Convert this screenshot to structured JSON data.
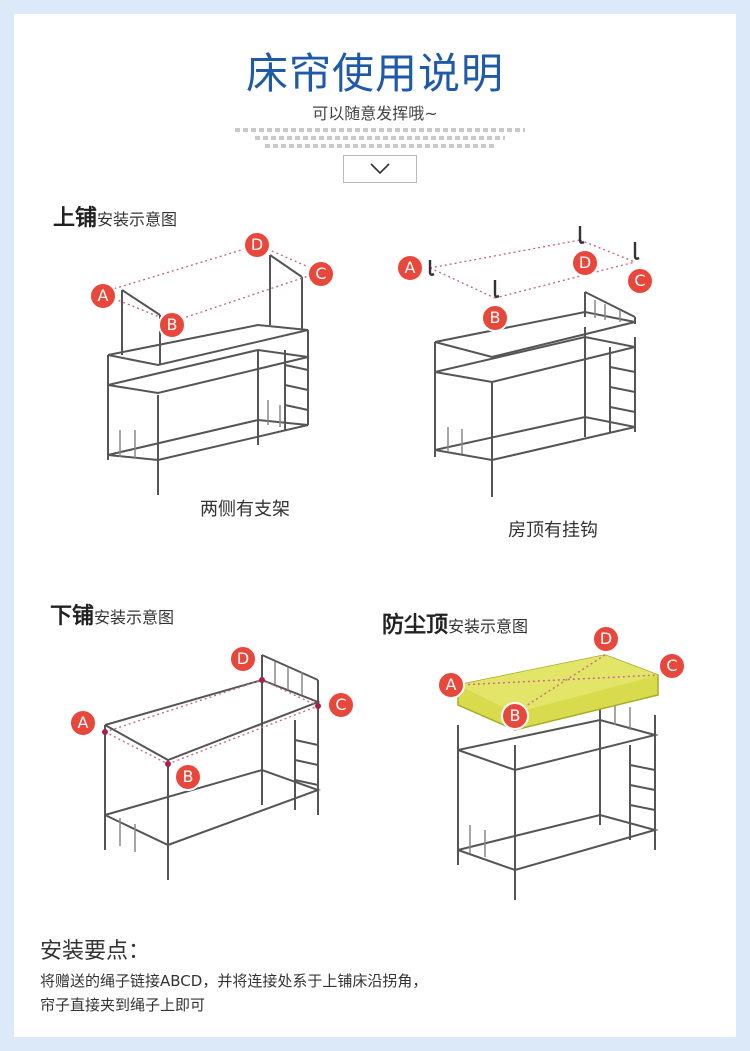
{
  "header": {
    "title": "床帘使用说明",
    "subtitle": "可以随意发挥哦~"
  },
  "diagrams": {
    "upper": {
      "title_strong": "上铺",
      "title_rest": "安装示意图",
      "caption_left": "两侧有支架",
      "caption_right": "房顶有挂钩"
    },
    "lower": {
      "title_strong": "下铺",
      "title_rest": "安装示意图"
    },
    "dust": {
      "title_strong": "防尘顶",
      "title_rest": "安装示意图"
    }
  },
  "labels": {
    "a": "A",
    "b": "B",
    "c": "C",
    "d": "D"
  },
  "tips": {
    "title": "安装要点：",
    "line1": "将赠送的绳子链接ABCD，并将连接处系于上铺床沿拐角，",
    "line2": "帘子直接夹到绳子上即可"
  },
  "colors": {
    "title_blue": "#1f5aa8",
    "badge_red": "#e8473c",
    "rope_pink": "#c86a8a",
    "dust_top": "#d8dc4c",
    "background": "#dce9f8"
  }
}
